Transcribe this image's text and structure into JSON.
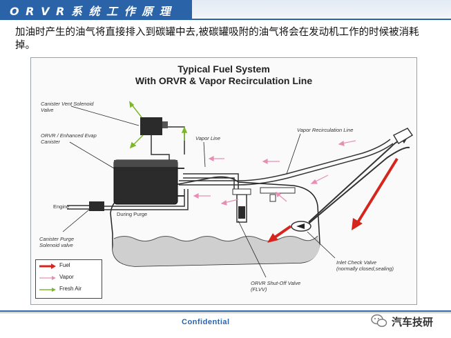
{
  "header": {
    "title": "O R V R 系 统 工 作 原 理"
  },
  "intro": {
    "text": "加油时产生的油气将直接排入到碳罐中去,被碳罐吸附的油气将会在发动机工作的时候被消耗掉。"
  },
  "diagram": {
    "title_line1": "Typical Fuel System",
    "title_line2": "With ORVR & Vapor Recirculation Line",
    "labels": {
      "canister_vent_1": "Canister Vent Solenoid",
      "canister_vent_2": "Valve",
      "orvr_canister_1": "ORVR / Enhanced Evap",
      "orvr_canister_2": "Canister",
      "vapor_line": "Vapor Line",
      "vapor_recirc": "Vapor Recirculation Line",
      "engine": "Engine",
      "during_purge": "During Purge",
      "purge_1": "Canister Purge",
      "purge_2": "Solenoid valve",
      "inlet_1": "Inlet Check Valve",
      "inlet_2": "(normally closed,sealing)",
      "shutoff_1": "ORVR Shut-Off Valve",
      "shutoff_2": "(FLVV)"
    },
    "legend": [
      {
        "label": "Fuel",
        "color": "#d4261c"
      },
      {
        "label": "Vapor",
        "color": "#e68fb3"
      },
      {
        "label": "Fresh Air",
        "color": "#7ab82a"
      }
    ]
  },
  "footer": {
    "confidential": "Confidential",
    "watermark": "汽车技研"
  }
}
